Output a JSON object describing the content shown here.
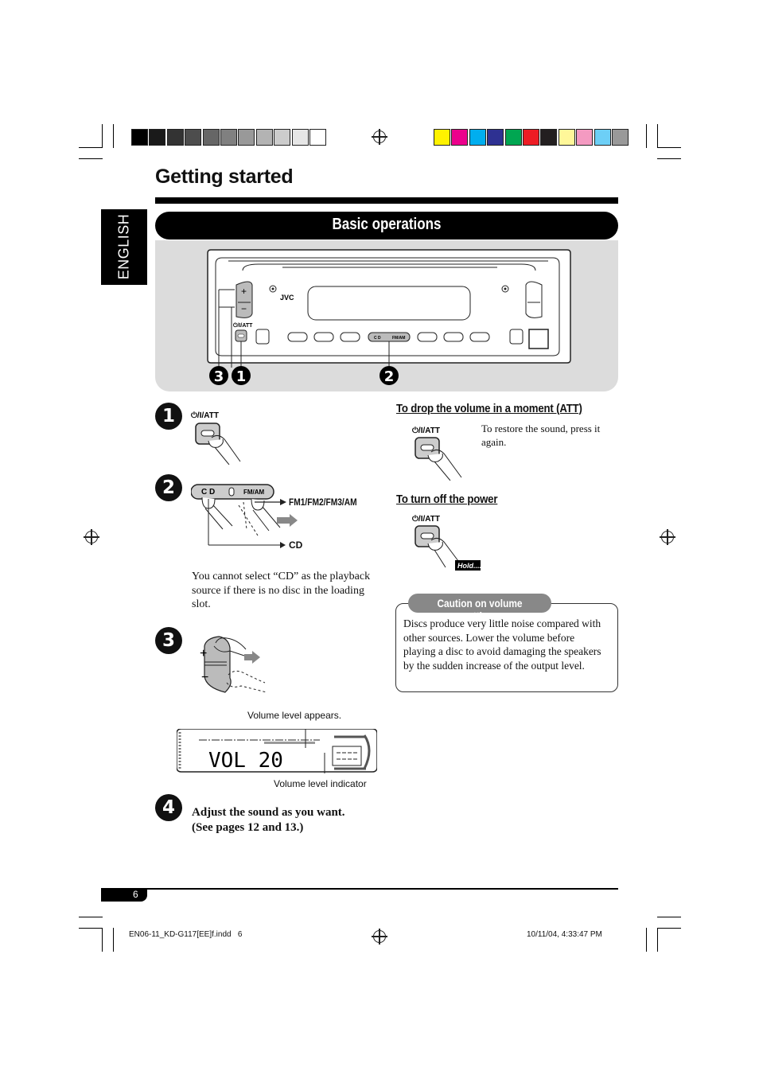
{
  "page": {
    "title": "Getting started",
    "section_title": "Basic operations",
    "language_tab": "ENGLISH",
    "page_number": "6"
  },
  "diagram": {
    "brand": "JVC",
    "power_label": "⏻/I/ATT",
    "source_label_cd": "C D",
    "source_label_fm": "FM/AM",
    "callouts": [
      "3",
      "1",
      "2"
    ]
  },
  "steps": [
    {
      "number": "1",
      "button_label": "⏻/I/ATT"
    },
    {
      "number": "2",
      "cd_label": "C D",
      "fm_label": "FM/AM",
      "arrow_fm": "FM1/FM2/FM3/AM",
      "arrow_cd": "CD",
      "note": "You cannot select “CD” as the playback source if there is no disc in the loading slot."
    },
    {
      "number": "3",
      "caption_top": "Volume level appears.",
      "display_text": "VOL 20",
      "caption_bottom": "Volume level indicator"
    },
    {
      "number": "4",
      "text_line1": "Adjust the sound as you want.",
      "text_line2": "(See pages 12 and 13.)"
    }
  ],
  "right": {
    "att_title": "To drop the volume in a moment (ATT)",
    "att_text": "To restore the sound, press it again.",
    "power_title": "To turn off the power",
    "hold_label": "Hold....",
    "button_label": "⏻/I/ATT",
    "caution_title": "Caution on volume setting:",
    "caution_text": "Discs produce very little noise compared with other sources. Lower the volume before playing a disc to avoid damaging the speakers by the sudden increase of the output level."
  },
  "footer": {
    "file": "EN06-11_KD-G117[EE]f.indd   6",
    "timestamp": "10/11/04, 4:33:47 PM"
  },
  "colors": {
    "grays": [
      "#000000",
      "#1a1a1a",
      "#333333",
      "#4d4d4d",
      "#666666",
      "#808080",
      "#999999",
      "#b3b3b3",
      "#cccccc",
      "#e6e6e6",
      "#ffffff"
    ],
    "process": [
      "#fff200",
      "#ec008c",
      "#00aeef",
      "#2e3192",
      "#00a651",
      "#ed1c24",
      "#231f20",
      "#fff799",
      "#f49ac1",
      "#6dcff6",
      "#999999"
    ]
  }
}
